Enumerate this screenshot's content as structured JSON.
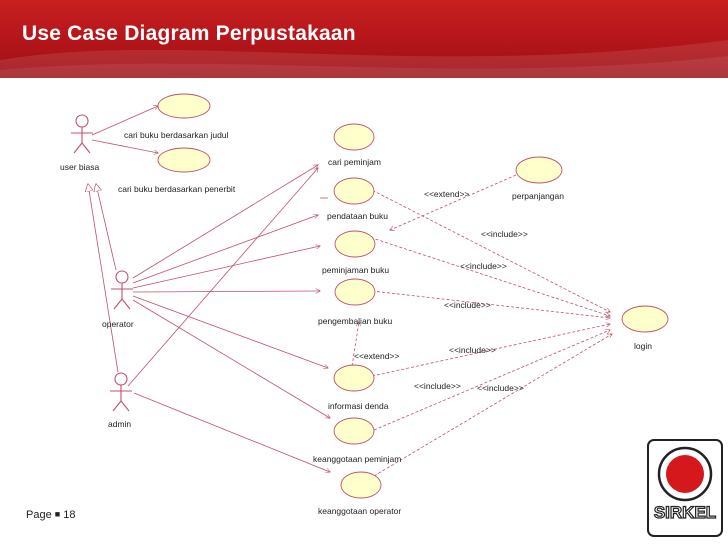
{
  "slide": {
    "title": "Use Case Diagram Perpustakaan",
    "page_label": "Page",
    "page_number": "18"
  },
  "diagram": {
    "actors": {
      "user_biasa": "user biasa",
      "operator": "operator",
      "admin": "admin"
    },
    "use_cases": {
      "cari_judul": "cari buku berdasarkan judul",
      "cari_penerbit": "cari buku berdasarkan penerbit",
      "cari_peminjam": "cari peminjam",
      "pendataan_buku": "pendataan buku",
      "peminjaman_buku": "peminjaman buku",
      "pengembalian_buku": "pengembalian buku",
      "informasi_denda": "informasi denda",
      "keanggotaan_peminjam": "keanggotaan peminjam",
      "keanggotaan_operator": "keanggotaan operator",
      "perpanjangan": "perpanjangan",
      "login": "login"
    },
    "stereotypes": {
      "extend": "<<extend>>",
      "include": "<<include>>"
    }
  },
  "logo": {
    "text": "SIRKEL"
  },
  "colors": {
    "header_red": "#b3151a",
    "line_red": "#c0506a",
    "ellipse_fill": "#ffffcc"
  }
}
